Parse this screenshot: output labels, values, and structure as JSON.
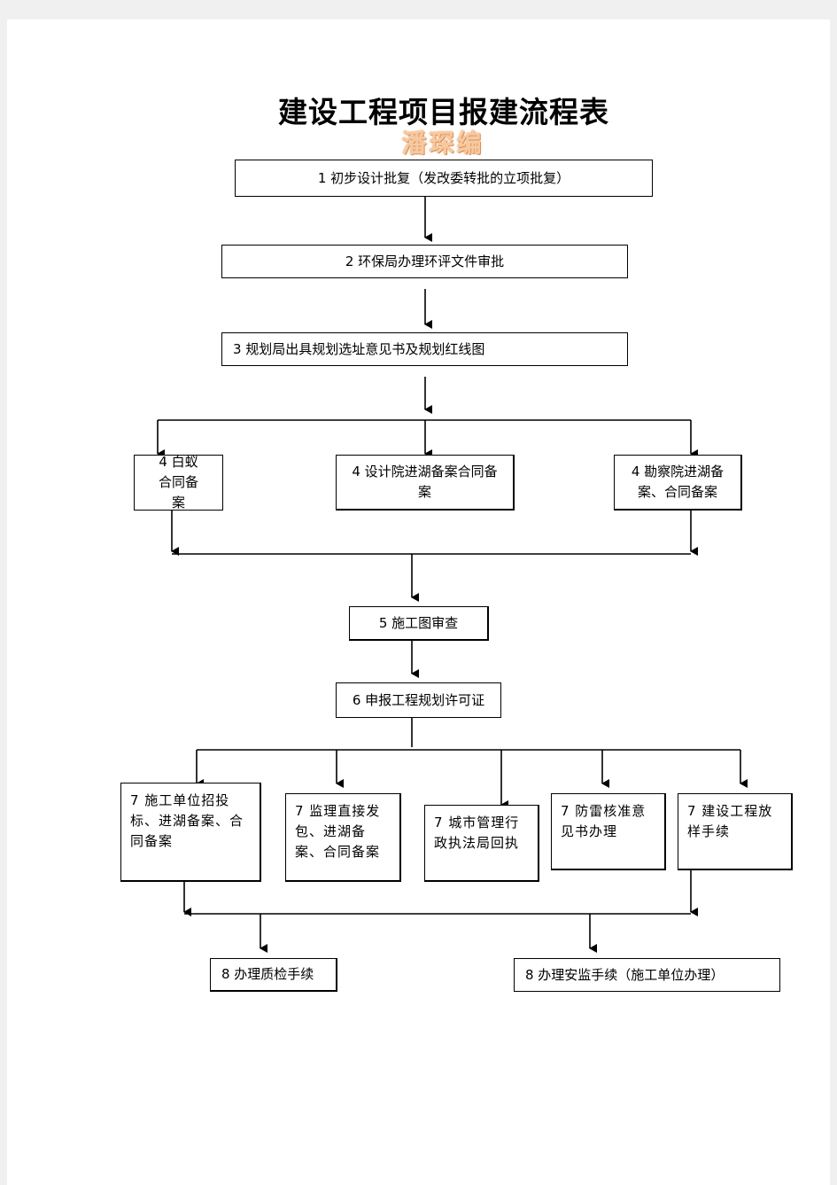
{
  "title": "建设工程项目报建流程表",
  "author": "潘琛编",
  "steps": {
    "s1": "1 初步设计批复（发改委转批的立项批复）",
    "s2": "2 环保局办理环评文件审批",
    "s3": "3 规划局出具规划选址意见书及规划红线图",
    "s4a": "4 白蚁合同备案",
    "s4b": "4 设计院进湖备案合同备案",
    "s4c": "4 勘察院进湖备案、合同备案",
    "s5": "5 施工图审查",
    "s6": "6 申报工程规划许可证",
    "s7a": "7 施工单位招投标、进湖备案、合同备案",
    "s7b": "7 监理直接发包、进湖备案、合同备案",
    "s7c": "7 城市管理行政执法局回执",
    "s7d": "7 防雷核准意见书办理",
    "s7e": "7 建设工程放样手续",
    "s8a": "8 办理质检手续",
    "s8b": "8 办理安监手续（施工单位办理）"
  }
}
